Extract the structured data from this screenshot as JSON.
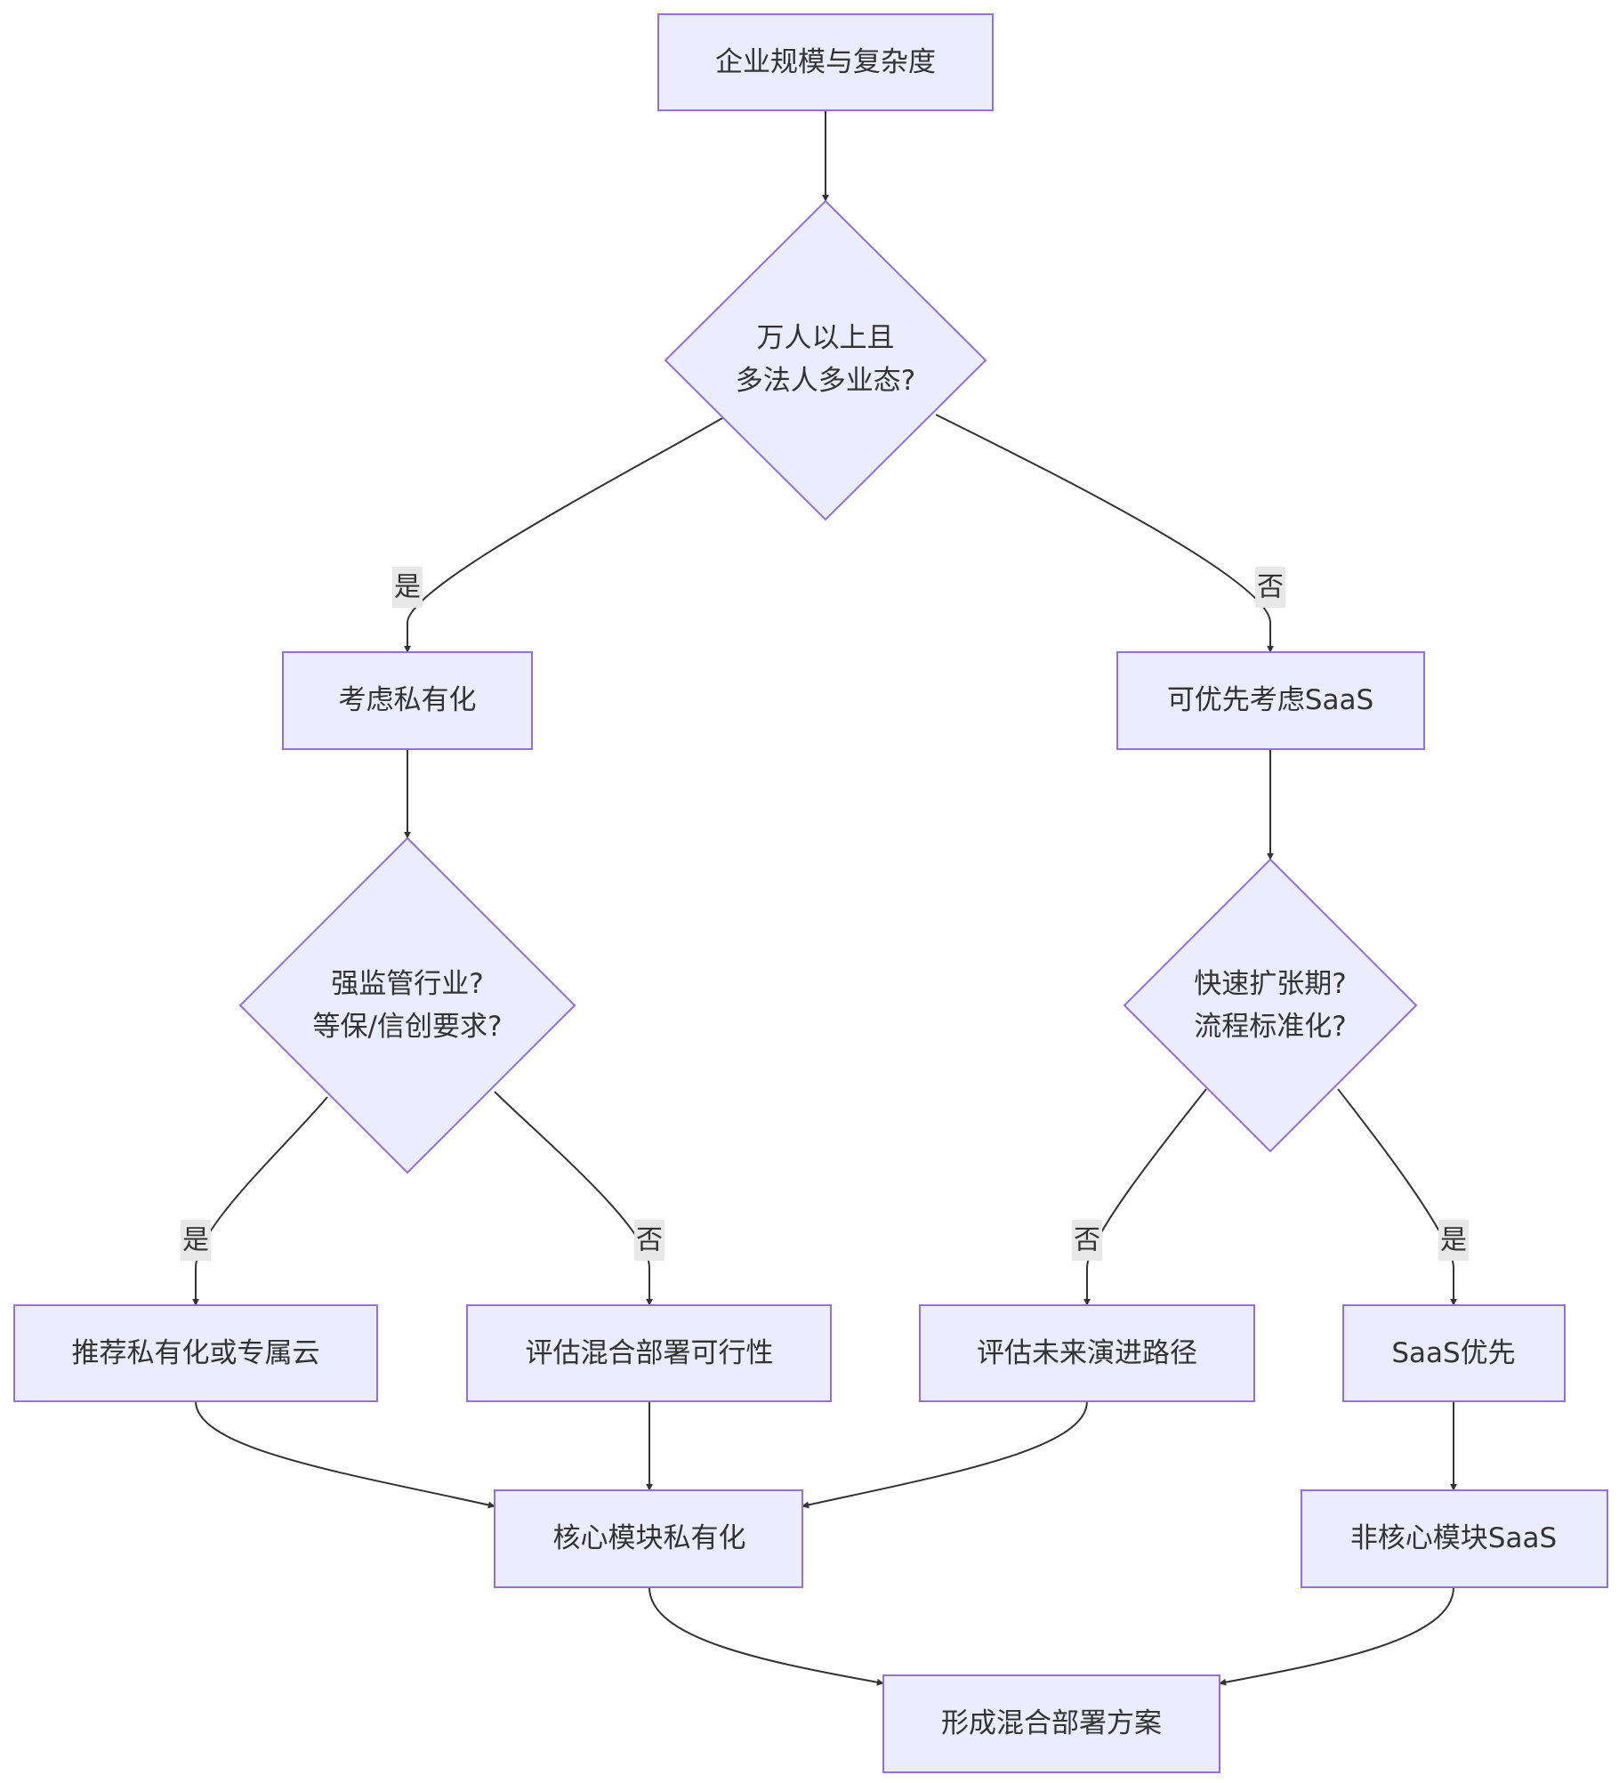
{
  "nodes": {
    "start": {
      "label": "企业规模与复杂度"
    },
    "q1": {
      "lines": [
        "万人以上且",
        "多法人多业态?"
      ]
    },
    "private": {
      "label": "考虑私有化"
    },
    "saas_first_consider": {
      "label": "可优先考虑SaaS"
    },
    "q2": {
      "lines": [
        "强监管行业?",
        "等保/信创要求?"
      ]
    },
    "q3": {
      "lines": [
        "快速扩张期?",
        "流程标准化?"
      ]
    },
    "rec_private": {
      "label": "推荐私有化或专属云"
    },
    "eval_hybrid": {
      "label": "评估混合部署可行性"
    },
    "eval_future": {
      "label": "评估未来演进路径"
    },
    "saas_priority": {
      "label": "SaaS优先"
    },
    "core_private": {
      "label": "核心模块私有化"
    },
    "noncore_saas": {
      "label": "非核心模块SaaS"
    },
    "hybrid_plan": {
      "label": "形成混合部署方案"
    }
  },
  "edge_labels": {
    "q1_yes": "是",
    "q1_no": "否",
    "q2_yes": "是",
    "q2_no": "否",
    "q3_no": "否",
    "q3_yes": "是"
  }
}
